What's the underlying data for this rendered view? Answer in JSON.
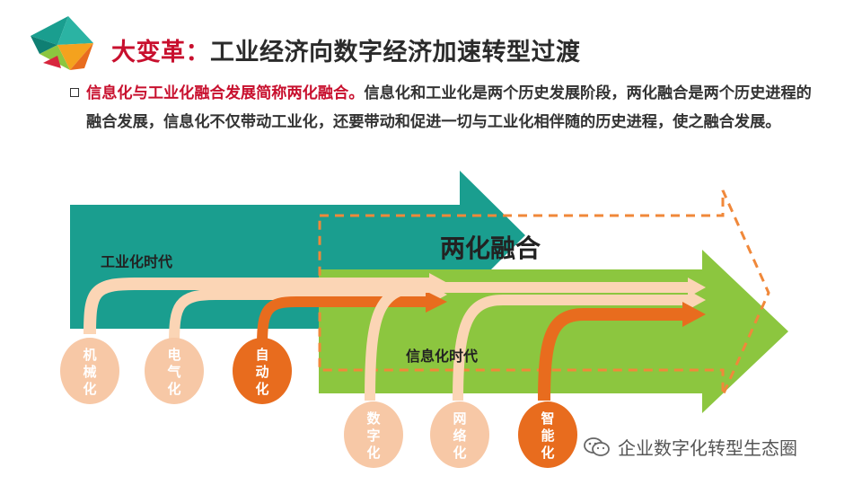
{
  "header": {
    "title_accent": "大变革：",
    "title_main": "工业经济向数字经济加速转型过渡"
  },
  "intro": {
    "lead": "信息化与工业化融合发展简称两化融合。",
    "body": "信息化和工业化是两个历史发展阶段，两化融合是两个历史进程的融合发展，信息化不仅带动工业化，还要带动和促进一切与工业化相伴随的历史进程，使之融合发展。"
  },
  "diagram": {
    "industrial_label": "工业化时代",
    "information_label": "信息化时代",
    "fusion_label": "两化融合",
    "industrial_stages": [
      {
        "label": "机械化",
        "color": "#f7c8a6",
        "text_color": "#ffffff"
      },
      {
        "label": "电气化",
        "color": "#f7c8a6",
        "text_color": "#ffffff"
      },
      {
        "label": "自动化",
        "color": "#e86c1e",
        "text_color": "#ffffff"
      }
    ],
    "information_stages": [
      {
        "label": "数字化",
        "color": "#f7c8a6",
        "text_color": "#ffffff"
      },
      {
        "label": "网络化",
        "color": "#f7c8a6",
        "text_color": "#ffffff"
      },
      {
        "label": "智能化",
        "color": "#e86c1e",
        "text_color": "#ffffff"
      }
    ],
    "colors": {
      "teal": "#1a9e8f",
      "green": "#8cc63f",
      "light_orange": "#fbd5b5",
      "orange": "#e86c1e",
      "dashed": "#f0883a"
    }
  },
  "watermark": {
    "text": "企业数字化转型生态圈"
  }
}
